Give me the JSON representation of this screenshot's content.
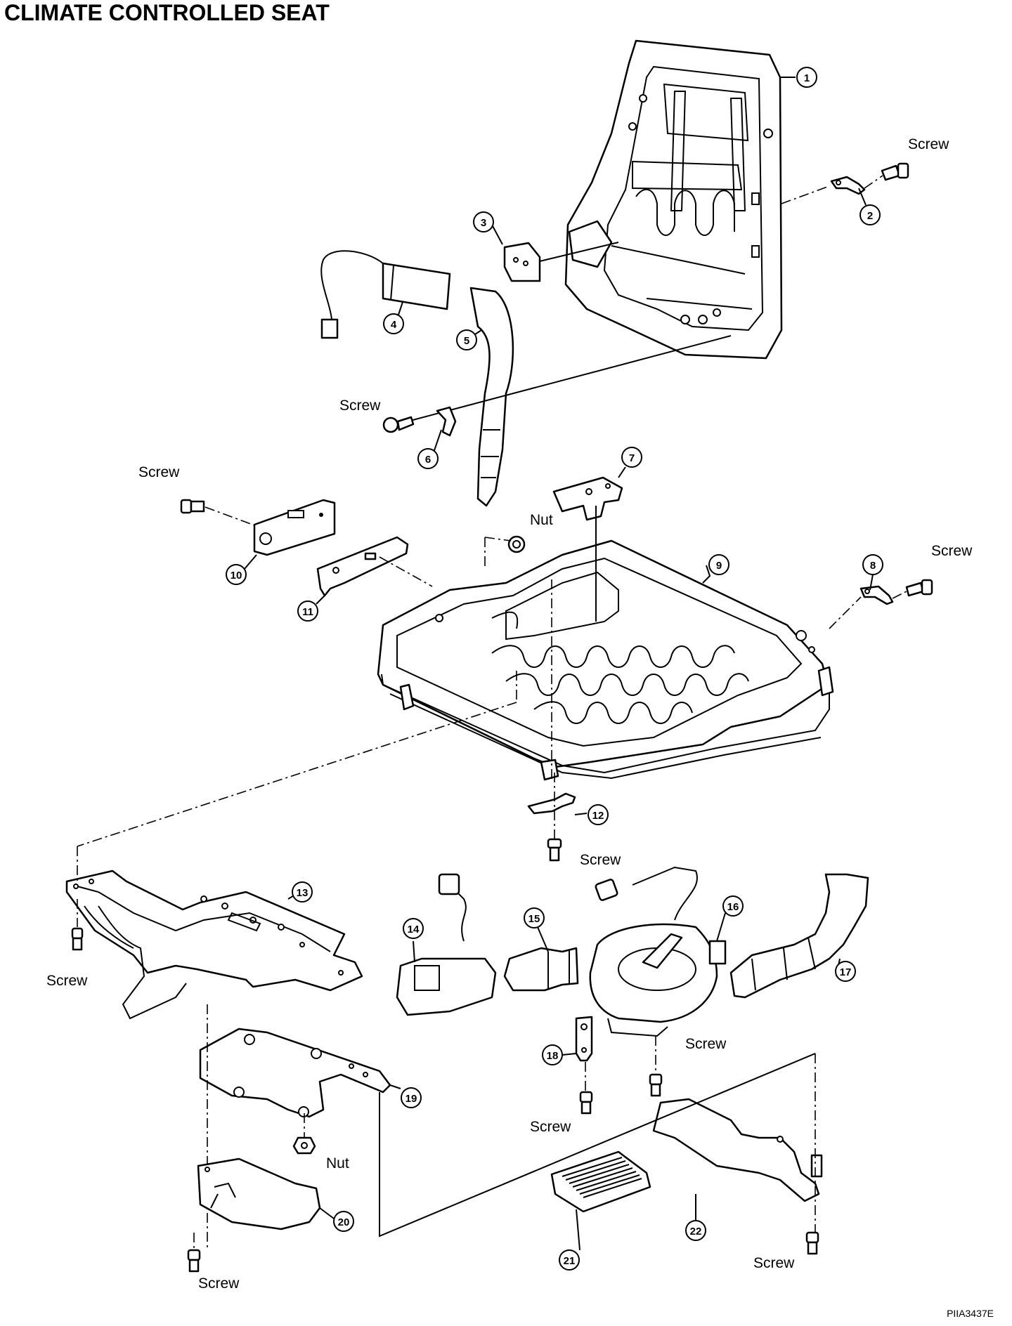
{
  "title": "CLIMATE CONTROLLED SEAT",
  "figure_id": "PIIA3437E",
  "labels": {
    "screw": "Screw",
    "nut": "Nut"
  },
  "callouts": [
    "1",
    "2",
    "3",
    "4",
    "5",
    "6",
    "7",
    "8",
    "9",
    "10",
    "11",
    "12",
    "13",
    "14",
    "15",
    "16",
    "17",
    "18",
    "19",
    "20",
    "21",
    "22"
  ]
}
